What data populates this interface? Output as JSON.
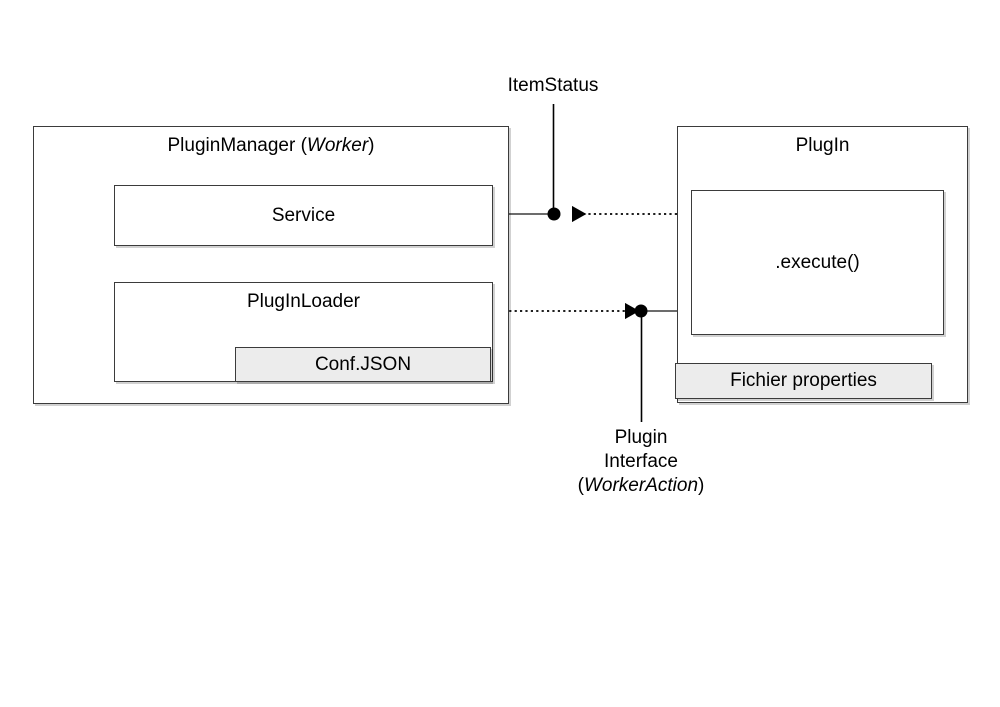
{
  "diagram": {
    "type": "component-diagram",
    "title": "",
    "background_color": "#ffffff",
    "stroke_color": "#3b3b3b",
    "fill_plain": "#ffffff",
    "fill_shaded": "#ececec",
    "nodes": {
      "plugin_manager": {
        "label_prefix": "PluginManager (",
        "label_emphasis": "Worker",
        "label_suffix": ")",
        "label_plain": "PluginManager (Worker)"
      },
      "service": {
        "label": "Service"
      },
      "plugin_loader": {
        "label": "PlugInLoader"
      },
      "conf_json": {
        "label": "Conf.JSON"
      },
      "plugin": {
        "label": "PlugIn"
      },
      "execute": {
        "label": ".execute()"
      },
      "fichier_properties": {
        "label": "Fichier properties"
      }
    },
    "edges": {
      "item_status": {
        "label": "ItemStatus",
        "source": "plugin",
        "target": "service",
        "style": "dotted",
        "arrow": "left",
        "port": "ball"
      },
      "plugin_interface": {
        "label_line_1": "Plugin",
        "label_line_2": "Interface",
        "label_line_3_prefix": "(",
        "label_line_3_emphasis": "WorkerAction",
        "label_line_3_suffix": ")",
        "label_plain": "Plugin Interface (WorkerAction)",
        "source": "plugin_loader",
        "target": "plugin",
        "style": "dotted",
        "arrow": "right",
        "port": "ball"
      }
    }
  }
}
